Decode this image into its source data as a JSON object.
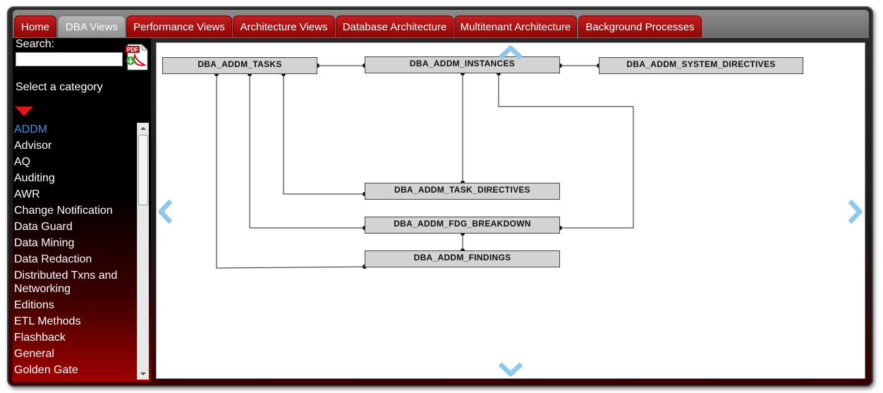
{
  "tabs": [
    {
      "label": "Home",
      "active": false
    },
    {
      "label": "DBA Views",
      "active": true
    },
    {
      "label": "Performance Views",
      "active": false
    },
    {
      "label": "Architecture Views",
      "active": false
    },
    {
      "label": "Database Architecture",
      "active": false
    },
    {
      "label": "Multitenant Architecture",
      "active": false
    },
    {
      "label": "Background Processes",
      "active": false
    }
  ],
  "sidebar": {
    "search_label": "Search:",
    "search_value": "",
    "pdf_icon_text": "PDF",
    "category_label": "Select a category",
    "categories": [
      "ADDM",
      "Advisor",
      "AQ",
      "Auditing",
      "AWR",
      "Change Notification",
      "Data Guard",
      "Data Mining",
      "Data Redaction",
      "Distributed Txns and Networking",
      "Editions",
      "ETL Methods",
      "Flashback",
      "General",
      "Golden Gate"
    ],
    "selected_category": "ADDM"
  },
  "diagram": {
    "nodes": [
      {
        "id": "tasks",
        "label": "DBA_ADDM_TASKS"
      },
      {
        "id": "instances",
        "label": "DBA_ADDM_INSTANCES"
      },
      {
        "id": "sysdir",
        "label": "DBA_ADDM_SYSTEM_DIRECTIVES"
      },
      {
        "id": "taskdir",
        "label": "DBA_ADDM_TASK_DIRECTIVES"
      },
      {
        "id": "fdg",
        "label": "DBA_ADDM_FDG_BREAKDOWN"
      },
      {
        "id": "findings",
        "label": "DBA_ADDM_FINDINGS"
      }
    ],
    "edges": [
      {
        "from": "tasks",
        "to": "instances"
      },
      {
        "from": "instances",
        "to": "sysdir"
      },
      {
        "from": "instances",
        "to": "taskdir"
      },
      {
        "from": "tasks",
        "to": "taskdir"
      },
      {
        "from": "tasks",
        "to": "fdg"
      },
      {
        "from": "tasks",
        "to": "findings"
      },
      {
        "from": "instances",
        "to": "fdg"
      },
      {
        "from": "fdg",
        "to": "findings"
      }
    ]
  },
  "colors": {
    "tab_red": "#b01212",
    "tab_active": "#a8a8a8",
    "node_fill": "#d3d3d3",
    "nav_arrow": "#8ec8ec",
    "selected_link": "#3d8fe6"
  }
}
